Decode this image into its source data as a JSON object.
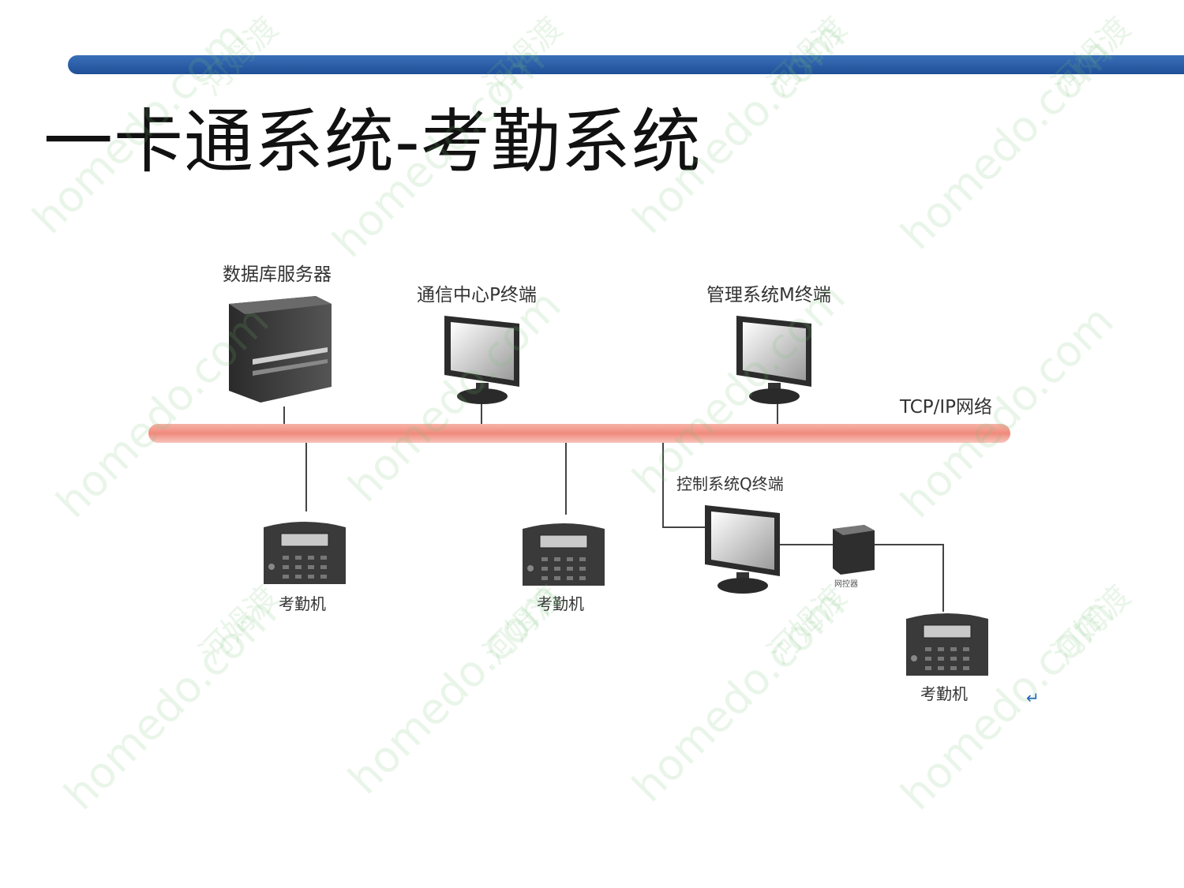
{
  "slide": {
    "title": "一卡通系统-考勤系统"
  },
  "diagram": {
    "network_label": "TCP/IP网络",
    "nodes": {
      "db_server": "数据库服务器",
      "comm_terminal": "通信中心P终端",
      "mgmt_terminal": "管理系统M终端",
      "control_terminal": "控制系统Q终端",
      "controller": "网控器",
      "attendance_1": "考勤机",
      "attendance_2": "考勤机",
      "attendance_3": "考勤机"
    },
    "return_mark": "↵"
  },
  "watermark": {
    "text": "homedo.com",
    "cn_text": "河姆渡"
  }
}
